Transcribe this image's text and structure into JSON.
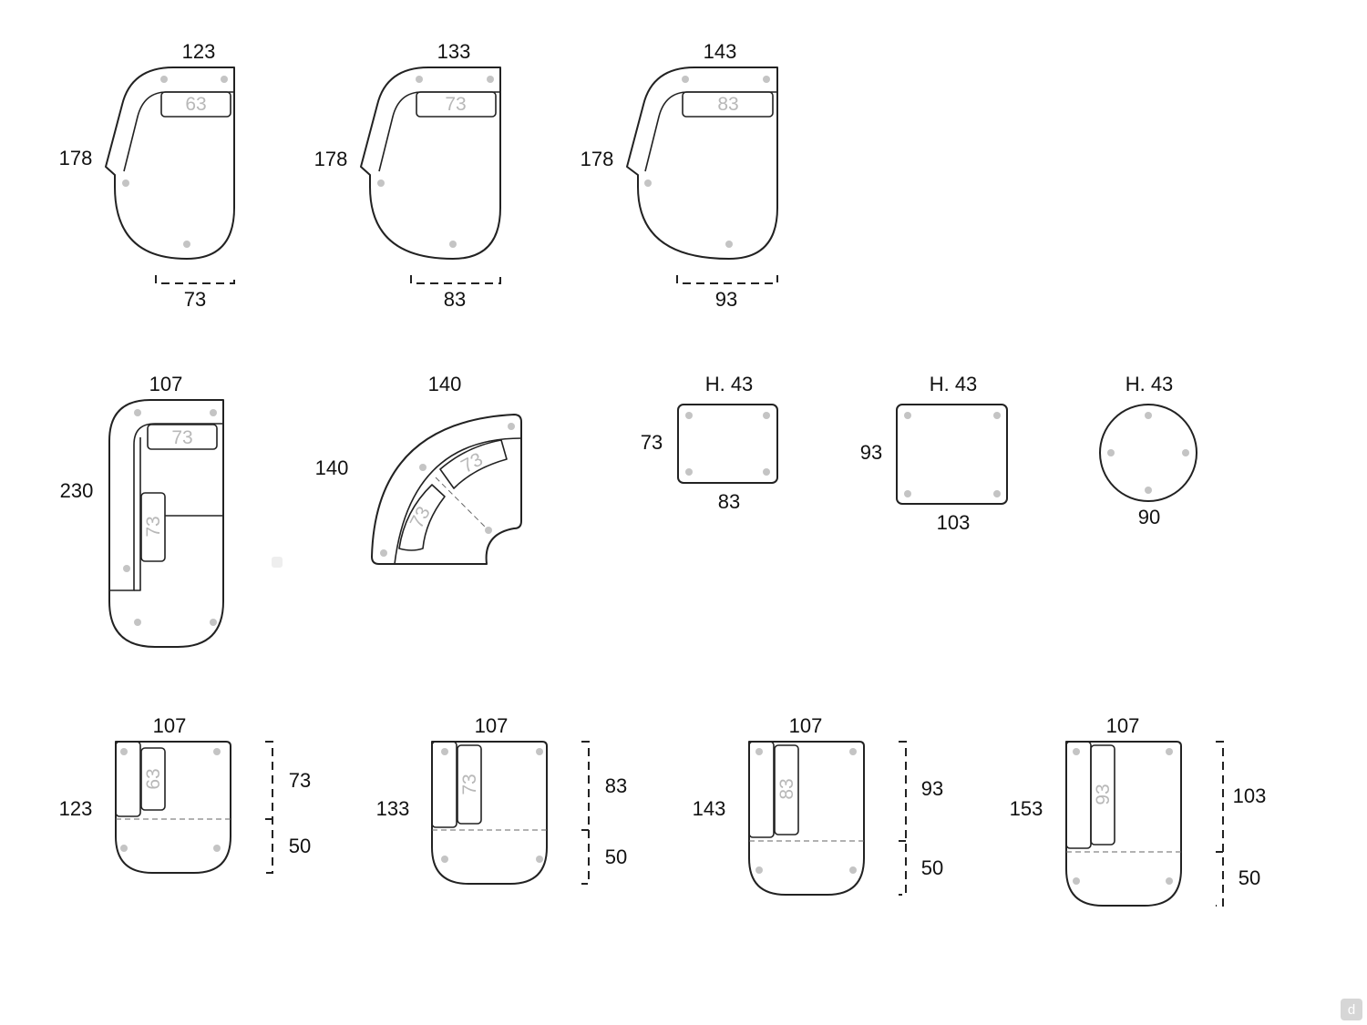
{
  "row1": [
    {
      "top": "123",
      "side": "178",
      "seat": "63",
      "bottom": "73"
    },
    {
      "top": "133",
      "side": "178",
      "seat": "73",
      "bottom": "83"
    },
    {
      "top": "143",
      "side": "178",
      "seat": "83",
      "bottom": "93"
    }
  ],
  "long_chaise": {
    "top": "107",
    "side": "230",
    "seat_top": "73",
    "seat_side": "73"
  },
  "corner": {
    "top": "140",
    "side": "140",
    "seat_a": "73",
    "seat_b": "73"
  },
  "pouf_small": {
    "height": "H. 43",
    "side": "73",
    "bottom": "83"
  },
  "pouf_large": {
    "height": "H. 43",
    "side": "93",
    "bottom": "103"
  },
  "pouf_round": {
    "height": "H. 43",
    "bottom": "90"
  },
  "row3": [
    {
      "top": "107",
      "side": "123",
      "seat": "63",
      "depth": "73",
      "extra": "50"
    },
    {
      "top": "107",
      "side": "133",
      "seat": "73",
      "depth": "83",
      "extra": "50"
    },
    {
      "top": "107",
      "side": "143",
      "seat": "83",
      "depth": "93",
      "extra": "50"
    },
    {
      "top": "107",
      "side": "153",
      "seat": "93",
      "depth": "103",
      "extra": "50"
    }
  ],
  "logo": {
    "letter": "d"
  }
}
